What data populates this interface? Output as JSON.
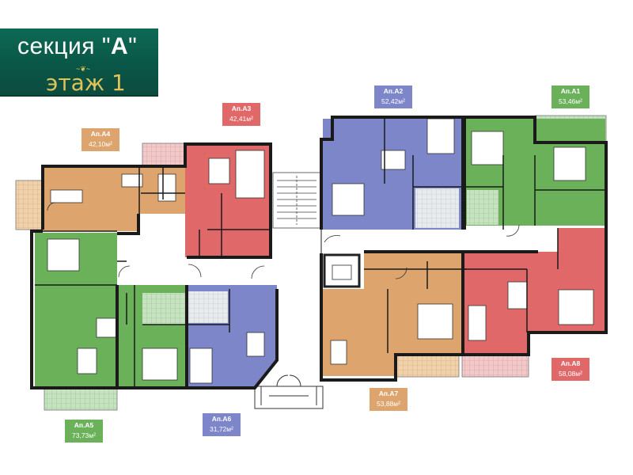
{
  "header": {
    "title_prefix": "секция \"",
    "title_letter": "A",
    "title_suffix": "\"",
    "floor": "этаж 1"
  },
  "colors": {
    "banner": "#0a5646",
    "banner_accent": "#e1c35a",
    "apartment_green": "#5aae5a",
    "apartment_orange": "#dda46d",
    "apartment_red": "#e06868",
    "apartment_blue": "#7c86c8",
    "walls": "#1a1a1a",
    "balcony": "#dfe3e6"
  },
  "apartments": [
    {
      "id": "A1",
      "name": "Ап.А1",
      "area": "53,46м²",
      "color": "#6ab15a"
    },
    {
      "id": "A2",
      "name": "Ап.А2",
      "area": "52,42м²",
      "color": "#7c86c8"
    },
    {
      "id": "A3",
      "name": "Ап.А3",
      "area": "42,41м²",
      "color": "#e06868"
    },
    {
      "id": "A4",
      "name": "Ап.А4",
      "area": "42,10м²",
      "color": "#dda46d"
    },
    {
      "id": "A5",
      "name": "Ап.А5",
      "area": "73,73м²",
      "color": "#6ab15a"
    },
    {
      "id": "A6",
      "name": "Ап.А6",
      "area": "31,72м²",
      "color": "#7c86c8"
    },
    {
      "id": "A7",
      "name": "Ап.А7",
      "area": "53,88м²",
      "color": "#dda46d"
    },
    {
      "id": "A8",
      "name": "Ап.А8",
      "area": "58,08м²",
      "color": "#e06868"
    }
  ]
}
